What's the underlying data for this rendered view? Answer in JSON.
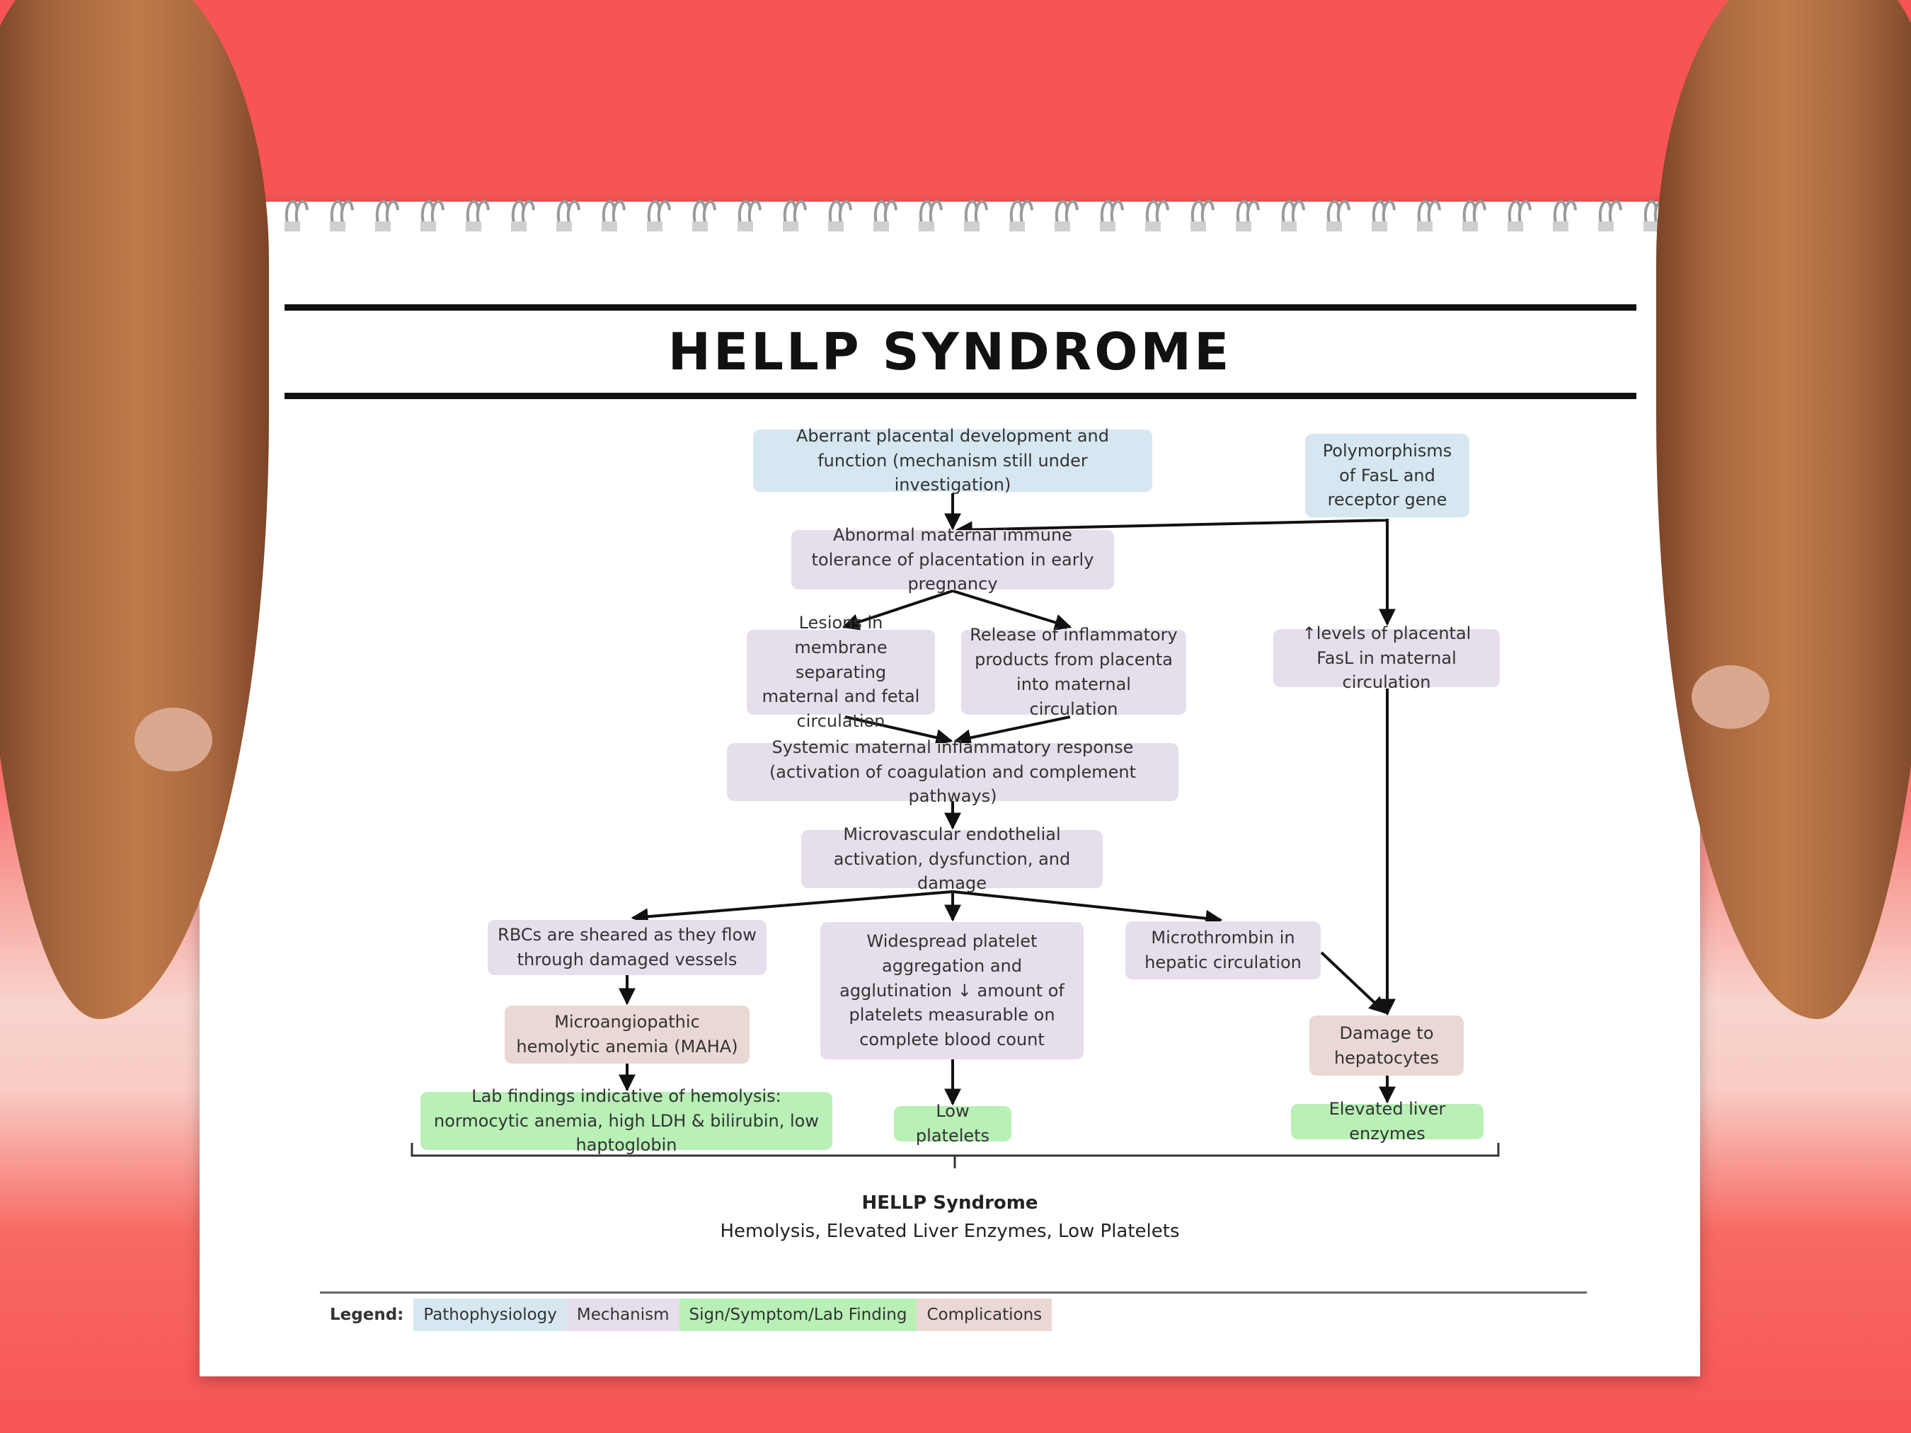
{
  "title": "HELLP SYNDROME",
  "colors": {
    "background": "#f75455",
    "pathophysiology": "#d6e7f1",
    "mechanism": "#e6deea",
    "sign": "#b8f0b6",
    "complication": "#ead8d5"
  },
  "nodes": {
    "aberrant": "Aberrant placental development and function (mechanism still under investigation)",
    "polymorph": "Polymorphisms of FasL and receptor gene",
    "immune": "Abnormal maternal immune tolerance of placentation in early pregnancy",
    "lesions": "Lesions in membrane separating maternal and fetal circulation",
    "release": "Release of inflammatory products from placenta into maternal circulation",
    "fasl": "↑levels of placental FasL in maternal circulation",
    "systemic": "Systemic maternal inflammatory response (activation of coagulation and complement pathways)",
    "micro": "Microvascular endothelial activation, dysfunction, and damage",
    "rbc": "RBCs are sheared as they flow through damaged vessels",
    "platelet": "Widespread platelet aggregation and agglutination ↓ amount of platelets measurable on complete blood count",
    "microthrombin": "Microthrombin in hepatic circulation",
    "maha": "Microangiopathic hemolytic anemia (MAHA)",
    "hepatocytes": "Damage to hepatocytes",
    "labfindings": "Lab findings indicative of hemolysis: normocytic anemia, high LDH & bilirubin, low haptoglobin",
    "lowplatelets": "Low platelets",
    "liverenzymes": "Elevated liver enzymes"
  },
  "summary": {
    "title": "HELLP Syndrome",
    "subtitle": "Hemolysis, Elevated Liver Enzymes, Low Platelets"
  },
  "legend": {
    "label": "Legend:",
    "items": [
      "Pathophysiology",
      "Mechanism",
      "Sign/Symptom/Lab Finding",
      "Complications"
    ]
  }
}
